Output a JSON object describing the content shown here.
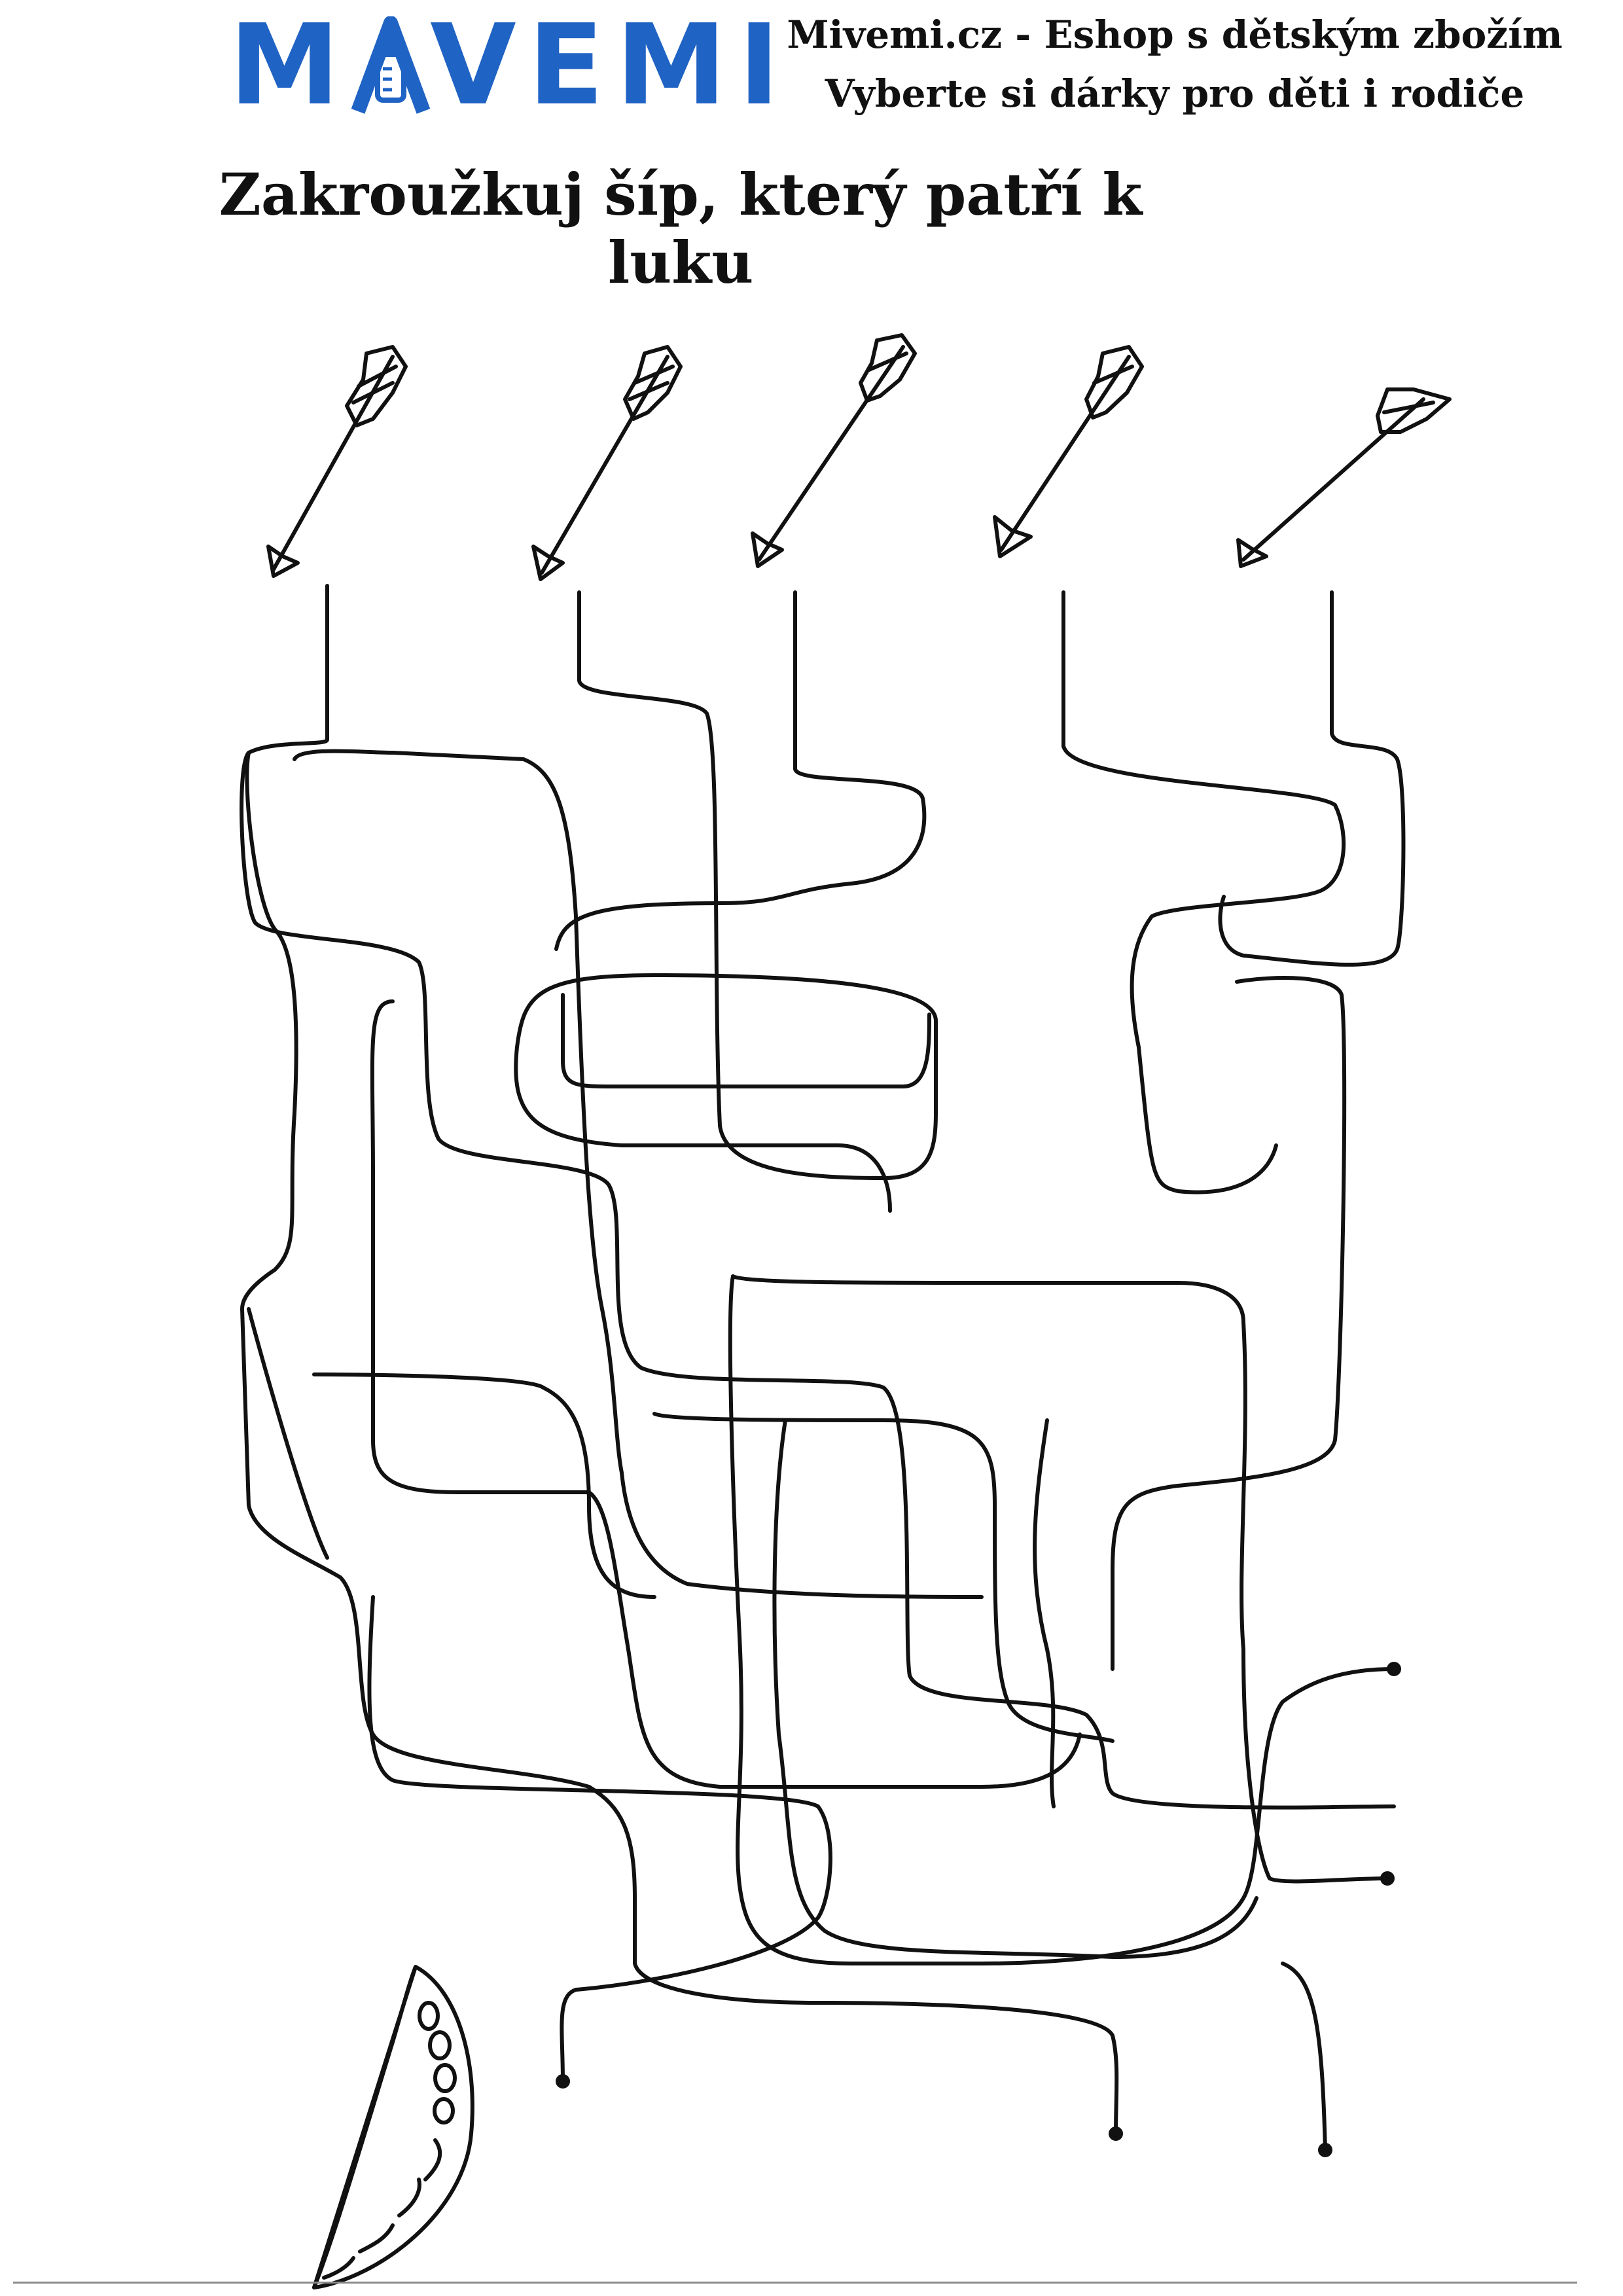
{
  "logo": {
    "letters": [
      "M",
      "V",
      "E",
      "M",
      "I"
    ],
    "color": "#1f63c4",
    "icon": "baby-bottle-icon"
  },
  "header": {
    "line1": "Mivemi.cz - Eshop s dětským zbožím",
    "line2": "Vyberte si dárky pro děti i rodiče"
  },
  "title": "Zakroužkuj šíp, který patří k luku",
  "maze": {
    "arrows": 5,
    "bow": 1,
    "line_color": "#111111"
  }
}
